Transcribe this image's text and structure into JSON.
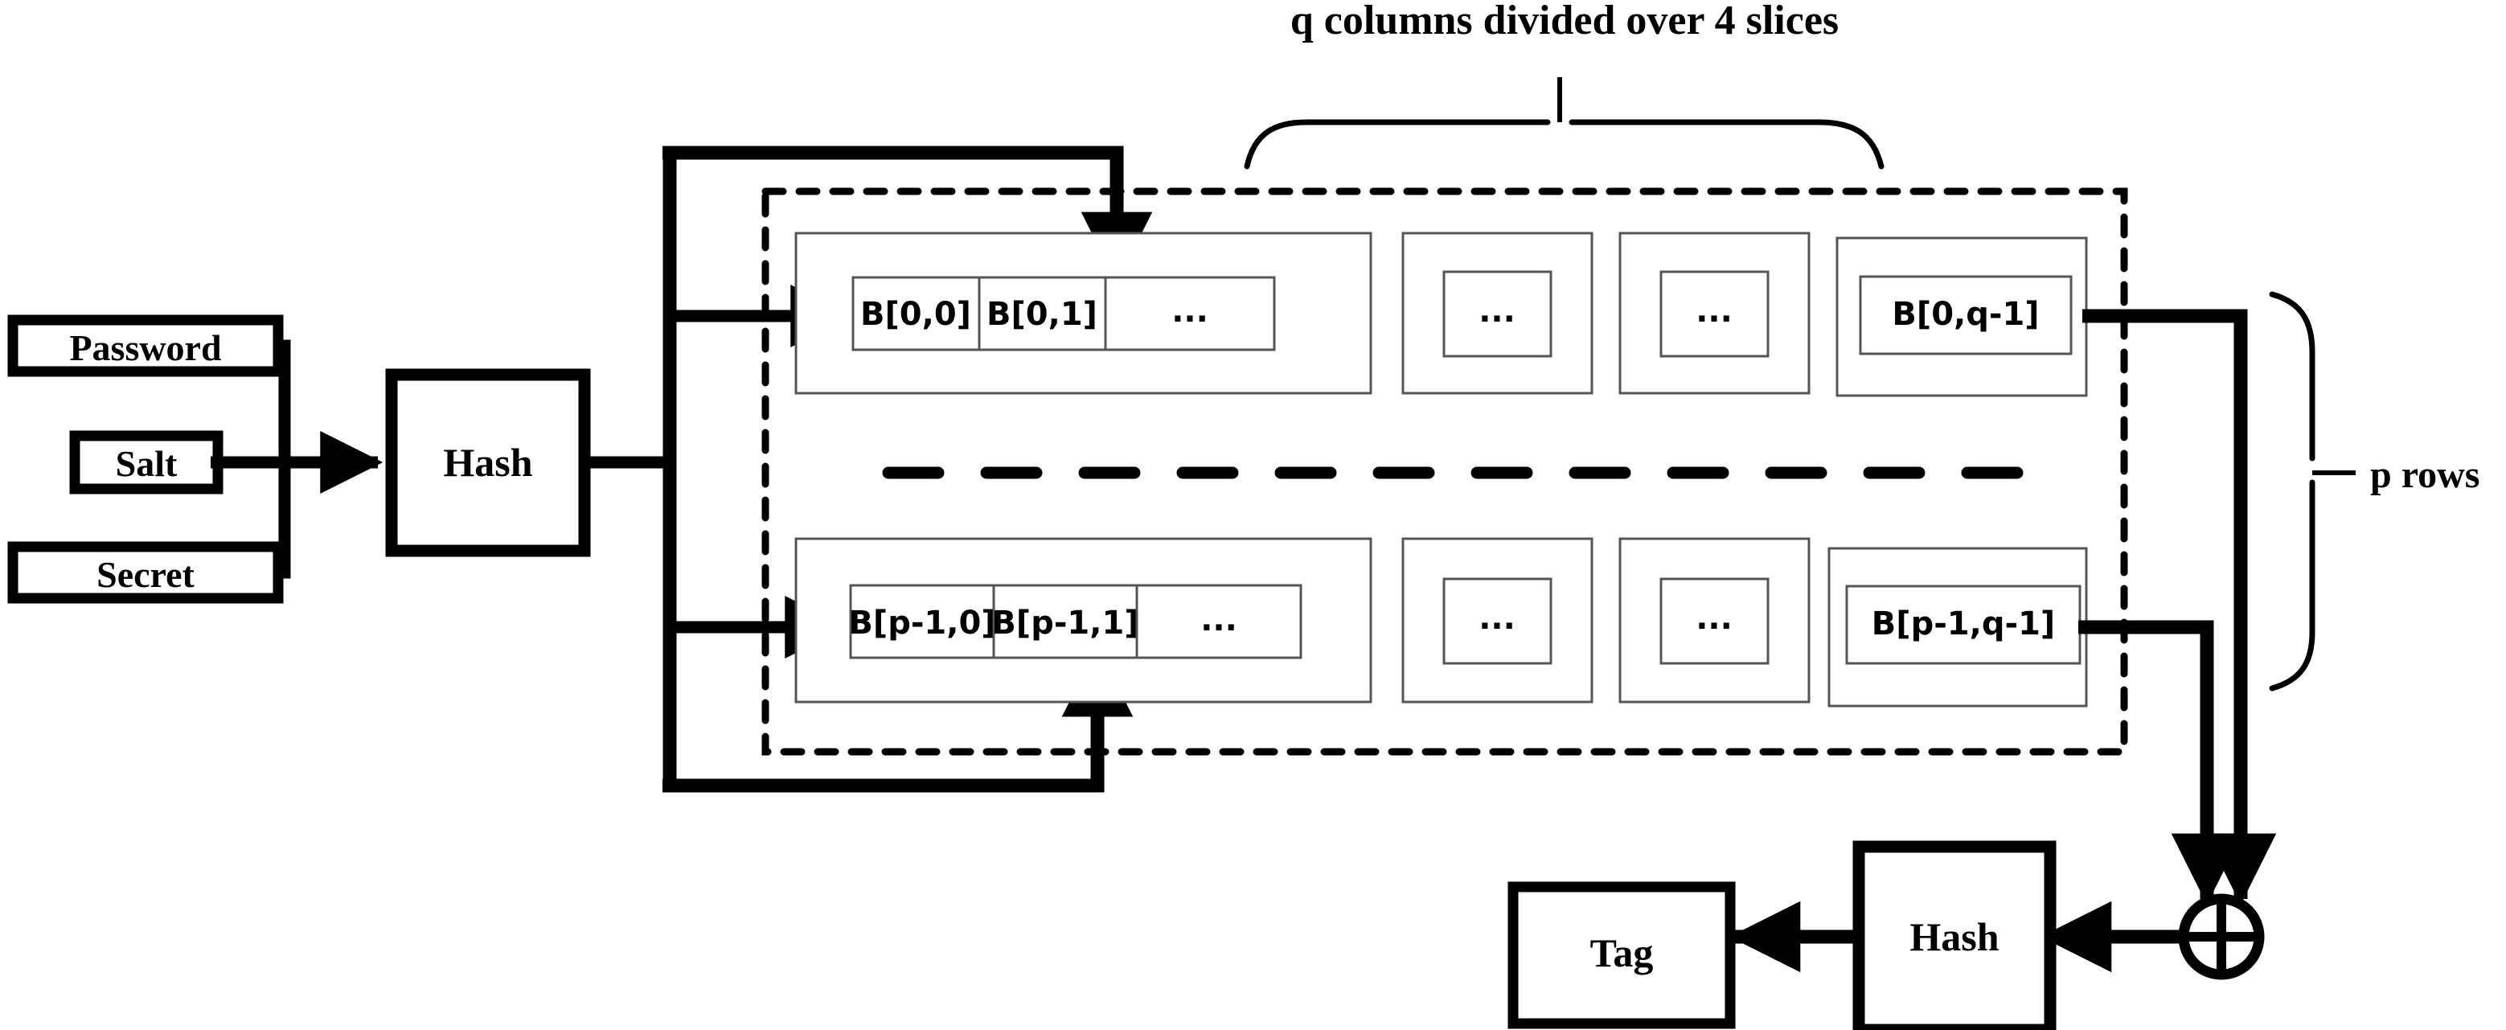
{
  "figure": {
    "title_top": "q columns divided over 4 slices",
    "label_rows": "p rows"
  },
  "inputs": {
    "password": "Password",
    "salt": "Salt",
    "secret": "Secret"
  },
  "blocks": {
    "hash_front": "Hash",
    "hash_final": "Hash",
    "tag": "Tag",
    "xor_symbol": "⊕"
  },
  "matrix": {
    "ellipsis": "...",
    "row_first": {
      "slice1": [
        "B[0,0]",
        "B[0,1]",
        "..."
      ],
      "slice2": [
        "..."
      ],
      "slice3": [
        "..."
      ],
      "slice4": [
        "B[0,q-1]"
      ]
    },
    "row_last": {
      "slice1": [
        "B[p-1,0]",
        "B[p-1,1]",
        "..."
      ],
      "slice2": [
        "..."
      ],
      "slice3": [
        "..."
      ],
      "slice4": [
        "B[p-1,q-1]"
      ]
    }
  },
  "colors": {
    "ink": "#000000",
    "paper": "#ffffff",
    "cell_stroke": "#555555"
  }
}
